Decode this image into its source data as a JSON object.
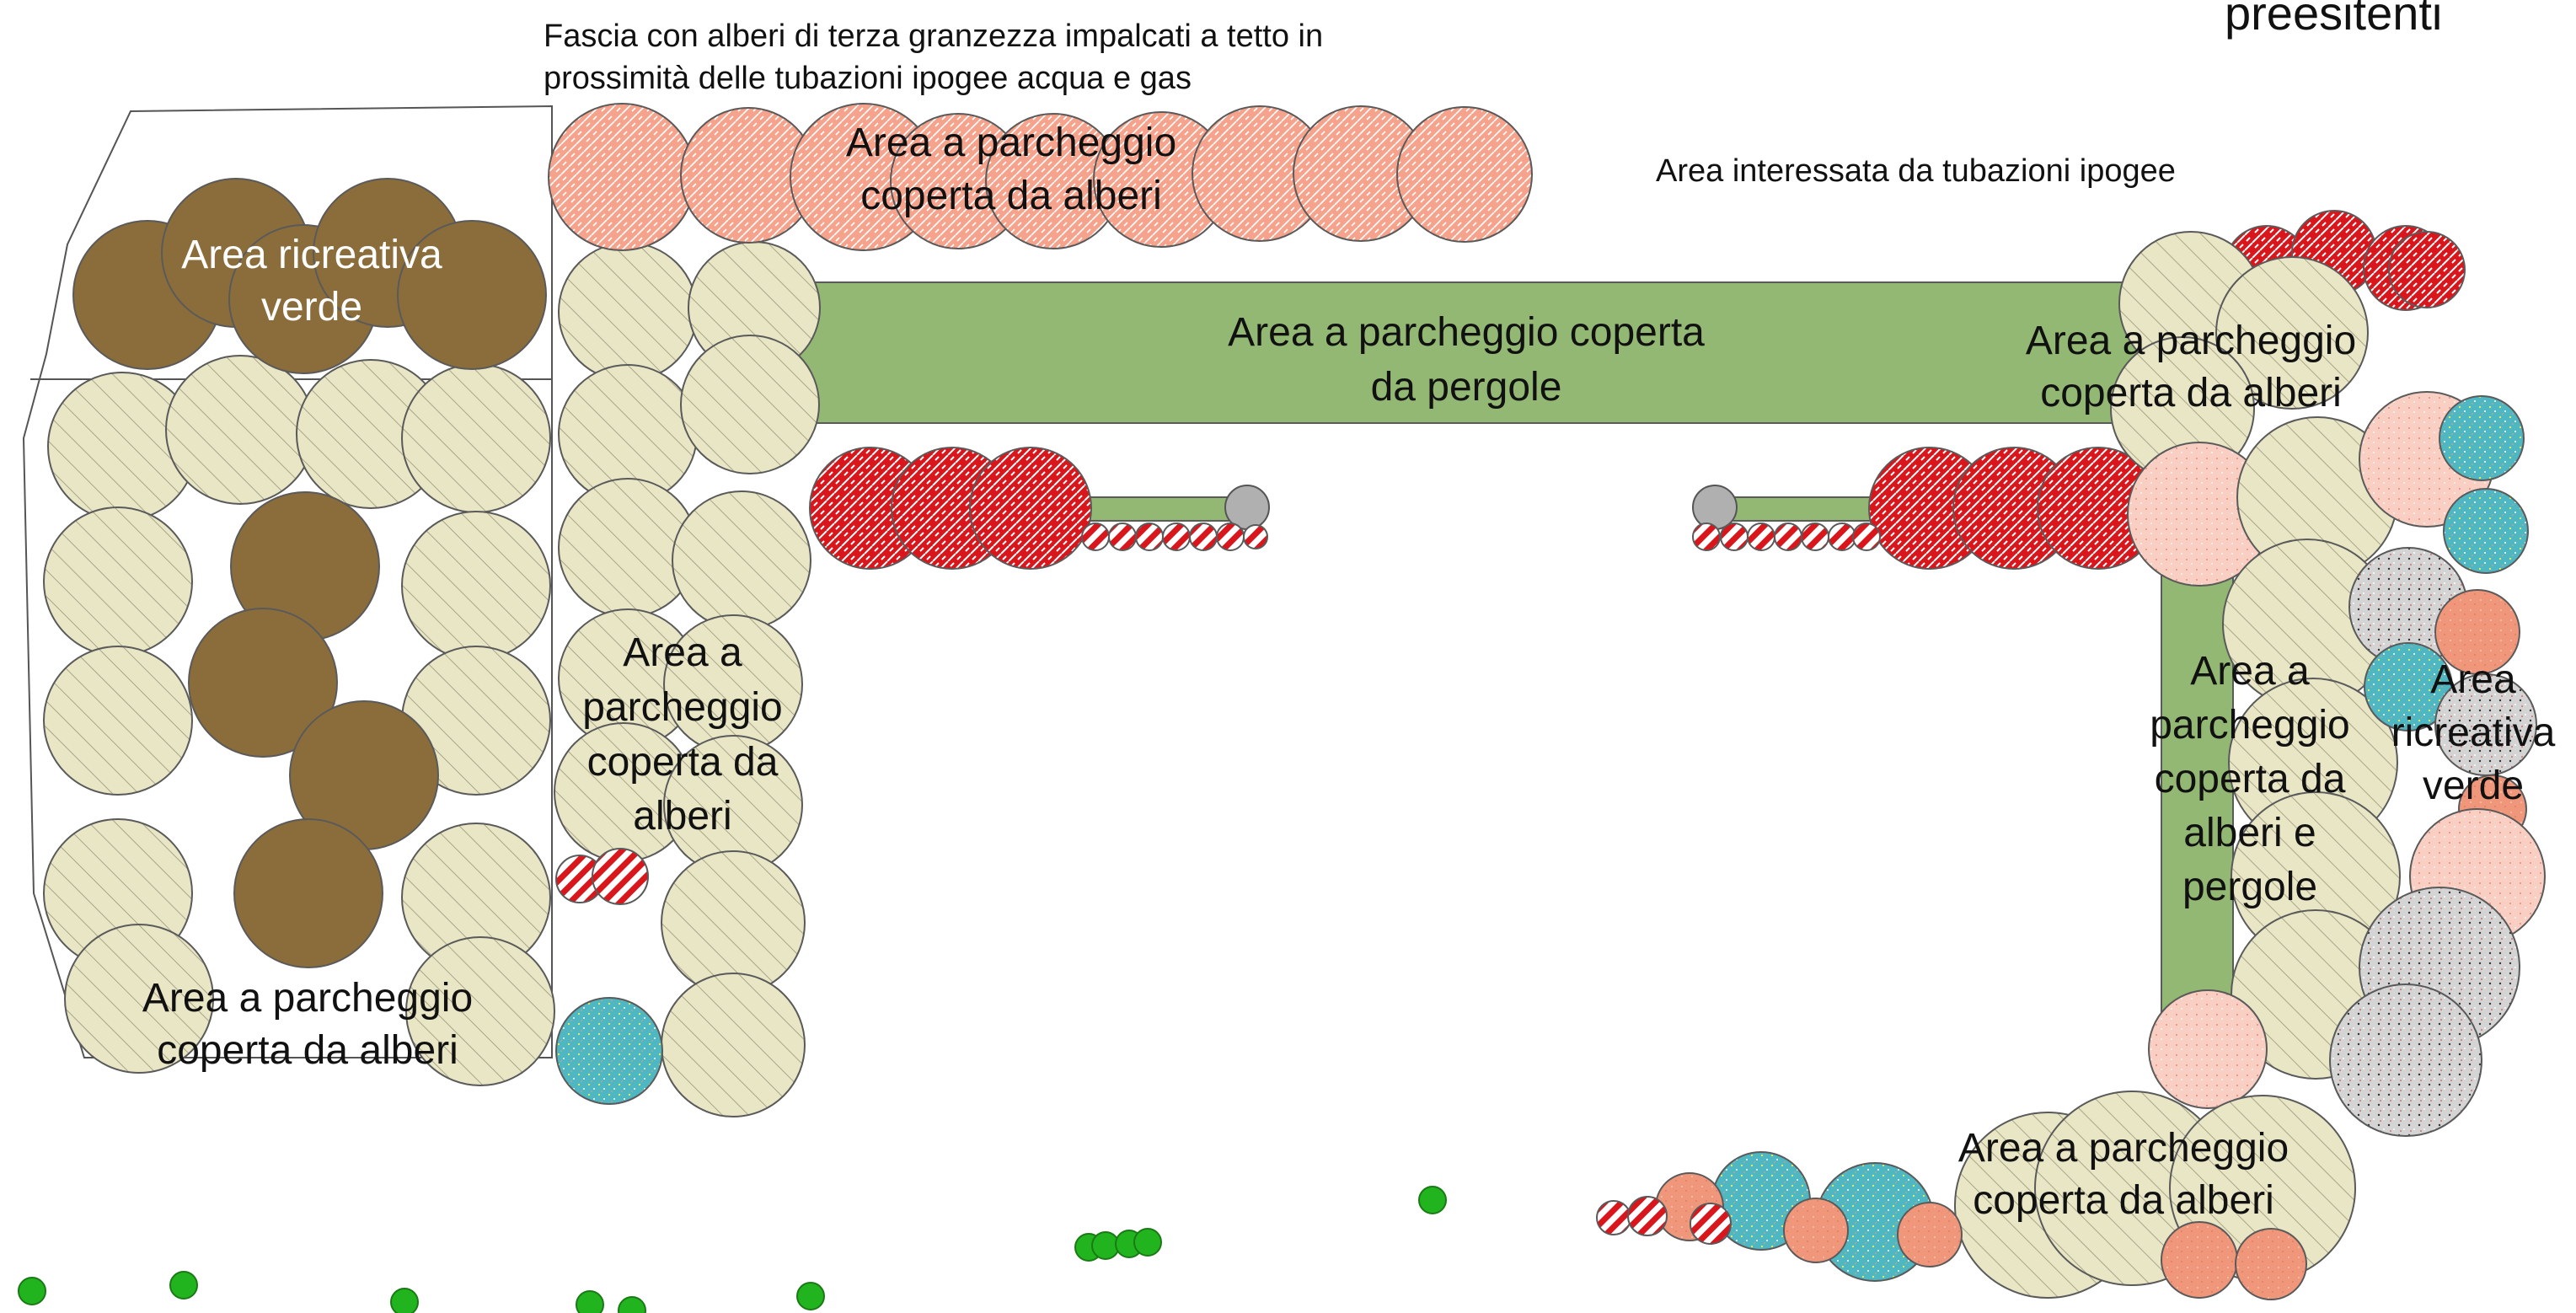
{
  "labels": {
    "top_left_note_line1": "Fascia con alberi di terza granzezza impalcati a tetto in",
    "top_left_note_line2": "prossimità delle tubazioni ipogee acqua e gas",
    "top_right_corner_text": "preesitenti",
    "pipes_area": "Area interessata da tubazioni ipogee",
    "top_parking_line1": "Area  a parcheggio",
    "top_parking_line2": "coperta da alberi",
    "pergola_band_line1": "Area  a parcheggio coperta",
    "pergola_band_line2": "da pergole",
    "left_recreation_line1": "Area  ricreativa",
    "left_recreation_line2": "verde",
    "left_parking_line1": "Area  a parcheggio",
    "left_parking_line2": "coperta da alberi",
    "center_parking_line1": "Area   a",
    "center_parking_line2": "parcheggio",
    "center_parking_line3": "coperta da",
    "center_parking_line4": "alberi",
    "right_top_parking_line1": "Area  a parcheggio",
    "right_top_parking_line2": "coperta da alberi",
    "right_vertical_line1": "Area   a",
    "right_vertical_line2": "parcheggio",
    "right_vertical_line3": "coperta da",
    "right_vertical_line4": "alberi e",
    "right_vertical_line5": "pergole",
    "right_recreation_line1": "Area",
    "right_recreation_line2": "ricreativa",
    "right_recreation_line3": "verde",
    "bottom_right_parking_line1": "Area  a parcheggio",
    "bottom_right_parking_line2": "coperta da alberi"
  },
  "colors": {
    "pergola_green": "#93b874",
    "tree_beige": "#e9e6c6",
    "tree_brown": "#8b6d3b",
    "salmon_canopy": "#f5a38c",
    "red_canopy": "#d8161c",
    "teal_canopy": "#4fb7c2",
    "pink_canopy": "#f8cfc2",
    "grey_canopy": "#d4d4d4",
    "orange_canopy": "#f0977b",
    "small_green_tree": "#22b41e",
    "outline": "#5a5a5a"
  }
}
